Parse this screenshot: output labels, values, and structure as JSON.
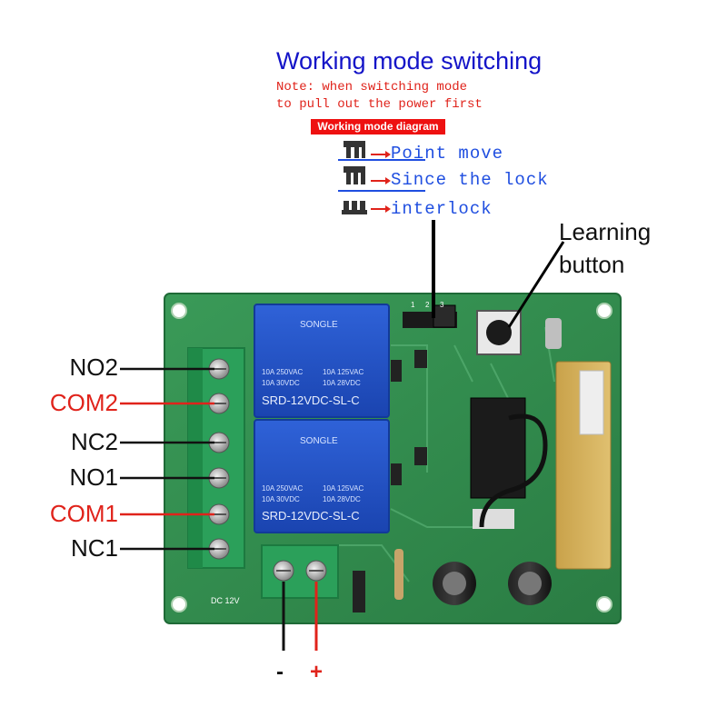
{
  "title": "Working mode switching",
  "note": {
    "line1": "Note: when switching mode",
    "line2": "to pull out the power first"
  },
  "diagram_badge": "Working mode diagram",
  "modes": [
    {
      "label": "Point move"
    },
    {
      "label": "Since the lock"
    },
    {
      "label": "interlock"
    }
  ],
  "learning_button": {
    "line1": "Learning",
    "line2": "button"
  },
  "terminals": [
    {
      "label": "NO2",
      "color": "#111111"
    },
    {
      "label": "COM2",
      "color": "#e0231b"
    },
    {
      "label": "NC2",
      "color": "#111111"
    },
    {
      "label": "NO1",
      "color": "#111111"
    },
    {
      "label": "COM1",
      "color": "#e0231b"
    },
    {
      "label": "NC1",
      "color": "#111111"
    }
  ],
  "power": {
    "negative": "-",
    "positive": "+"
  },
  "board_text": {
    "relay_brand": "SONGLE",
    "relay_model": "SRD-12VDC-SL-C",
    "relay_rating1": "10A 250VAC",
    "relay_rating2": "10A 125VAC",
    "relay_rating3": "10A 30VDC",
    "relay_rating4": "10A 28VDC",
    "dc_label": "DC 12V",
    "jumper_labels": [
      "1",
      "2",
      "3"
    ]
  },
  "colors": {
    "board": "#2f8a4a",
    "terminal_block": "#2ba05a",
    "relay": "#1f4ec8",
    "arrow_red": "#e0231b",
    "mode_blue": "#1f4ee0",
    "title_blue": "#1414c8"
  }
}
